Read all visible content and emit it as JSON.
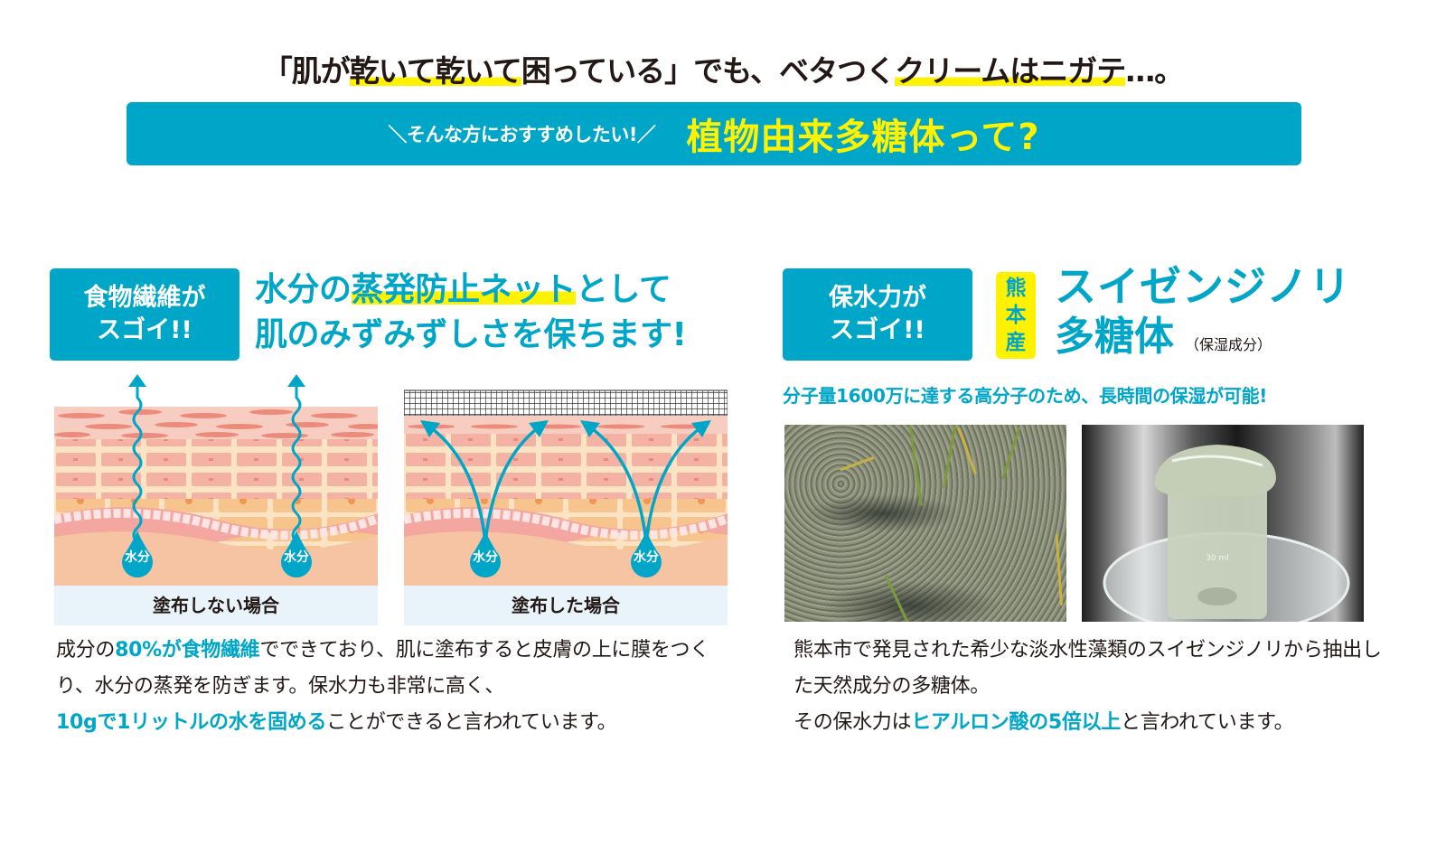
{
  "headline": {
    "part1": "「肌が",
    "hl1": "乾いて乾いて",
    "part2": "困っている」でも、ベタつく",
    "hl2": "クリームはニガテ",
    "part3": "…。"
  },
  "banner": {
    "sub": "＼そんな方におすすめしたい!／",
    "main": "植物由来多糖体って?",
    "bg_color": "#00a6c8",
    "main_color": "#fff200"
  },
  "left_panel": {
    "badge": {
      "line1": "食物繊維が",
      "line2": "スゴイ!!"
    },
    "title": {
      "pre": "水分の",
      "highlight": "蒸発防止ネット",
      "post": "として",
      "line2": "肌のみずみずしさを保ちます!"
    },
    "diagrams": [
      {
        "caption": "塗布しない場合",
        "drop_label": "水分"
      },
      {
        "caption": "塗布した場合",
        "drop_label": "水分"
      }
    ],
    "body": {
      "s1": "成分の",
      "e1": "80%が食物繊維",
      "s2": "でできており、肌に塗布すると皮膚の上に膜をつくり、水分の蒸発を防ぎます。保水力も非常に高く、",
      "e2": "10gで1リットルの水を固める",
      "s3": "ことができると言われています。"
    }
  },
  "right_panel": {
    "badge": {
      "line1": "保水力が",
      "line2": "スゴイ!!"
    },
    "origin_tag": [
      "熊",
      "本",
      "産"
    ],
    "title": {
      "line1": "スイゼンジノリ",
      "line2": "多糖体",
      "note": "（保湿成分）"
    },
    "molecular_note": "分子量1600万に達する高分子のため、長時間の保湿が可能!",
    "photos": [
      {
        "alt": "suizenji-nori-pond-photo"
      },
      {
        "alt": "beaker-gel-photo",
        "label": "30 ml"
      }
    ],
    "body": {
      "s1": "熊本市で発見された希少な淡水性藻類のスイゼンジノリから抽出した天然成分の多糖体。",
      "s2": "その保水力は",
      "e1": "ヒアルロン酸の5倍以上",
      "s3": "と言われています。"
    }
  },
  "colors": {
    "accent_blue": "#00a6c8",
    "highlight_yellow": "#fff200",
    "text": "#231815",
    "skin_base": "#f6c4a3",
    "caption_bg": "#e8f4fa"
  }
}
